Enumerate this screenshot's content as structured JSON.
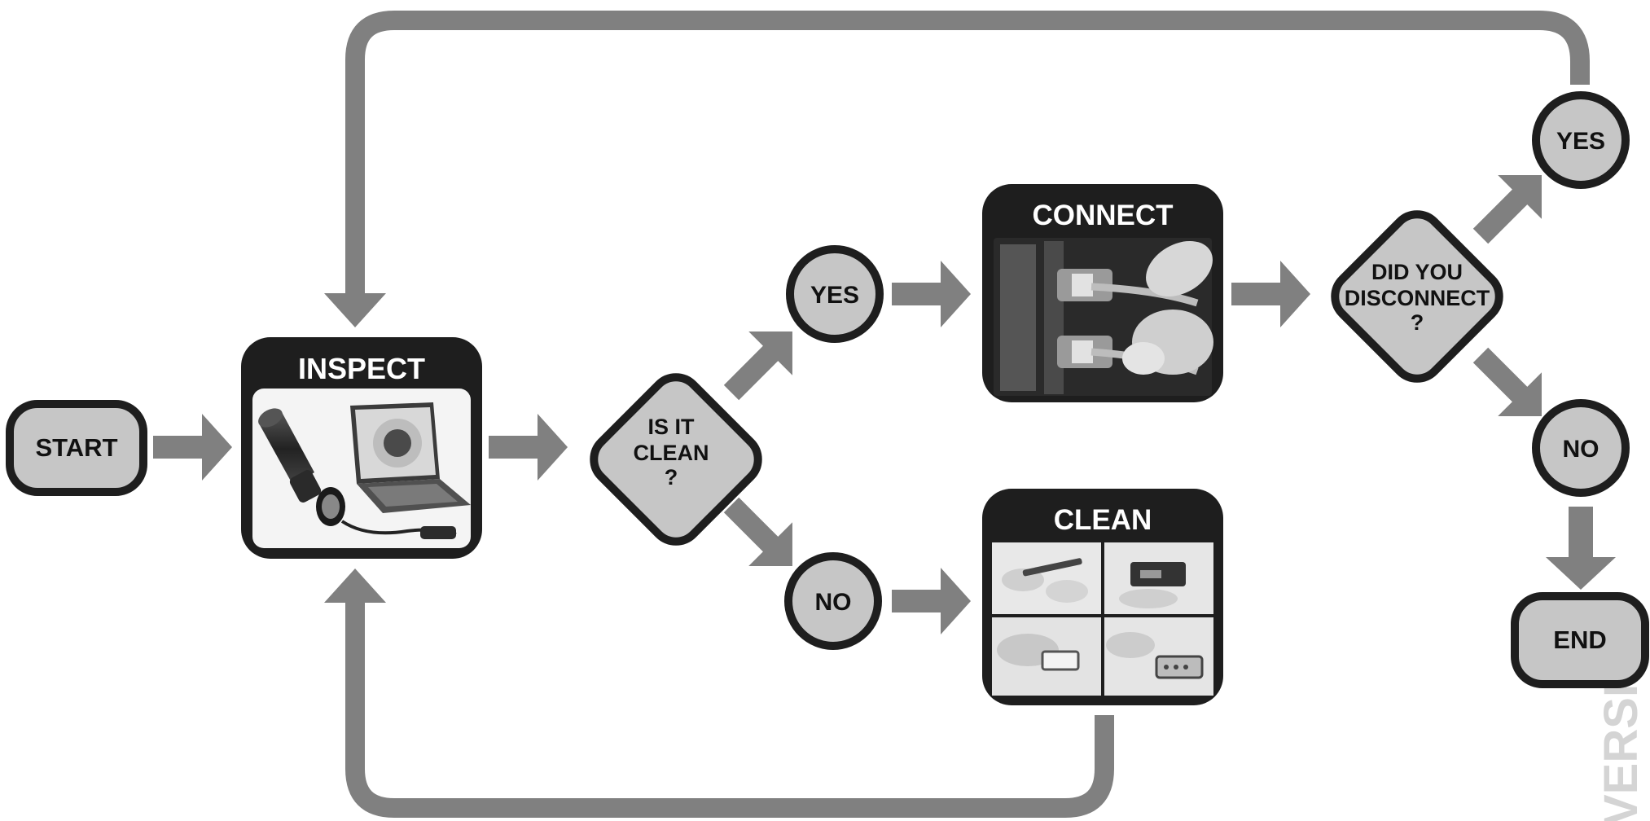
{
  "diagram": {
    "colors": {
      "node_fill": "#c6c6c6",
      "node_border": "#1e1e1e",
      "arrow": "#808080",
      "card_bg": "#1e1e1e",
      "text": "#111111",
      "card_title_text": "#ffffff"
    },
    "nodes": {
      "start": "START",
      "inspect": "INSPECT",
      "is_it_clean": [
        "IS IT",
        "CLEAN",
        "?"
      ],
      "yes_clean": "YES",
      "no_clean": "NO",
      "connect": "CONNECT",
      "clean": "CLEAN",
      "did_you_disconnect": [
        "DID YOU",
        "DISCONNECT",
        "?"
      ],
      "yes_disconnect": "YES",
      "no_disconnect": "NO",
      "end": "END"
    },
    "edges": [
      [
        "START",
        "INSPECT"
      ],
      [
        "INSPECT",
        "IS IT CLEAN ?"
      ],
      [
        "IS IT CLEAN ?",
        "YES"
      ],
      [
        "IS IT CLEAN ?",
        "NO"
      ],
      [
        "YES",
        "CONNECT"
      ],
      [
        "NO",
        "CLEAN"
      ],
      [
        "CLEAN",
        "INSPECT"
      ],
      [
        "CONNECT",
        "DID YOU DISCONNECT ?"
      ],
      [
        "DID YOU DISCONNECT ?",
        "YES"
      ],
      [
        "DID YOU DISCONNECT ?",
        "NO"
      ],
      [
        "YES",
        "INSPECT"
      ],
      [
        "NO",
        "END"
      ]
    ],
    "watermark": "VERSION"
  }
}
